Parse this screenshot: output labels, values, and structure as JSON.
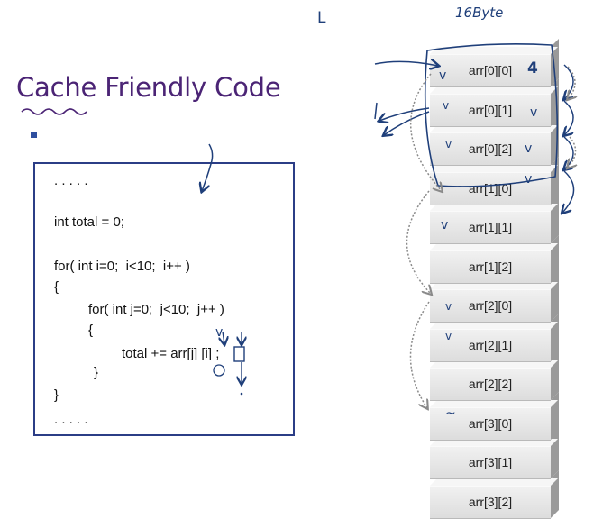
{
  "header": {
    "title": "Cache Friendly Code"
  },
  "code": {
    "lines": [
      ". . . . .",
      "int total = 0;",
      "for( int i=0;  i<10;  i++ )",
      "{",
      "for( int j=0;  j<10;  j++ )",
      "{",
      "total += arr[j] [i] ;",
      "}",
      "}",
      ". . . . ."
    ]
  },
  "memory": {
    "cells": [
      "arr[0][0]",
      "arr[0][1]",
      "arr[0][2]",
      "arr[1][0]",
      "arr[1][1]",
      "arr[1][2]",
      "arr[2][0]",
      "arr[2][1]",
      "arr[2][2]",
      "arr[3][0]",
      "arr[3][1]",
      "arr[3][2]"
    ]
  },
  "annotations": {
    "cache_line_size": "16Byte",
    "stray_mark": "L",
    "cell_mark_4": "4",
    "marks": [
      "v",
      "v",
      "v",
      "v",
      "v",
      "v",
      "v",
      "v",
      "v",
      "v",
      "~"
    ]
  },
  "colors": {
    "title": "#4b2475",
    "code_border": "#2b3d86",
    "ink": "#1f3f7a",
    "dotted": "#8a8a8a"
  }
}
